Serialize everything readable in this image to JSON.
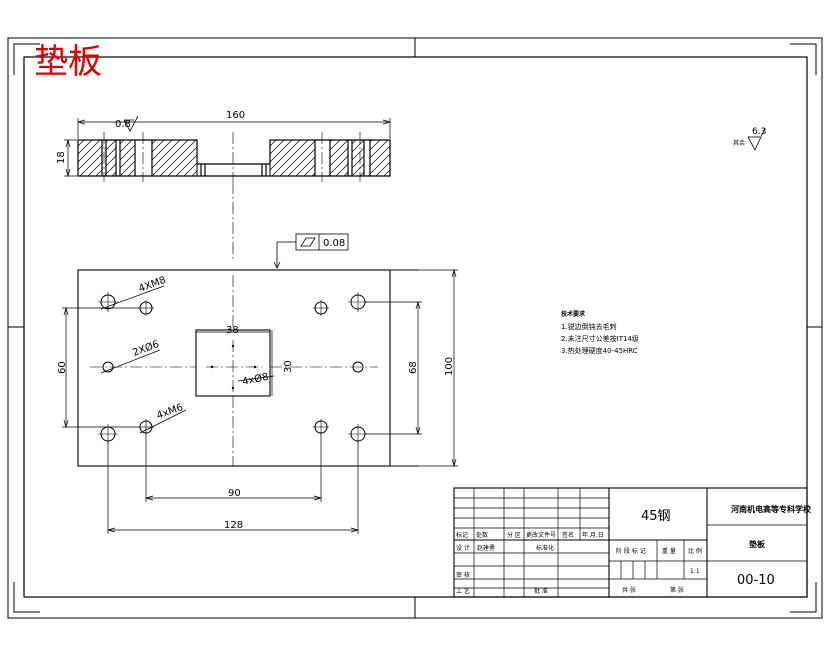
{
  "title": "垫板",
  "section_view": {
    "overall_width": "160",
    "thickness": "18",
    "surface_roughness": "0.8"
  },
  "flatness_tolerance": {
    "symbol": "flatness",
    "value": "0.08"
  },
  "general_roughness": {
    "value": "6.3",
    "label": "其余"
  },
  "plan_view": {
    "dims": {
      "pocket_width": "38",
      "pocket_height": "30",
      "hole_spacing_x": "90",
      "hole_spacing_total": "128",
      "hole_spacing_y": "60",
      "height_68": "68",
      "overall_height": "100"
    },
    "callouts": {
      "m8": "4XM8",
      "dowel": "2XØ6",
      "m6": "4xM6",
      "pocket_holes": "4xØ8"
    }
  },
  "tech_requirements": {
    "heading": "技术要求",
    "items": [
      "1.锐边倒钝去毛刺",
      "2.未注尺寸公差按IT14级",
      "3.热处理硬度40-45HRC"
    ]
  },
  "title_block": {
    "material": "45钢",
    "school": "河南机电高等专科学校",
    "part_name": "垫板",
    "drawing_no": "00-10",
    "labels": {
      "mark": "标记",
      "count": "处数",
      "zone": "分 区",
      "change_doc": "更改文件号",
      "sign": "签名",
      "date": "年.月.日",
      "design": "设 计",
      "designer": "赵建勇",
      "standardize": "标准化",
      "stage_mark": "阶 段 标 记",
      "weight": "重 量",
      "scale": "比 例",
      "review": "审 核",
      "process": "工 艺",
      "approve": "批 准",
      "ratio": "1:1",
      "sheets_total": "共 张",
      "sheet_no": "第 张"
    }
  }
}
